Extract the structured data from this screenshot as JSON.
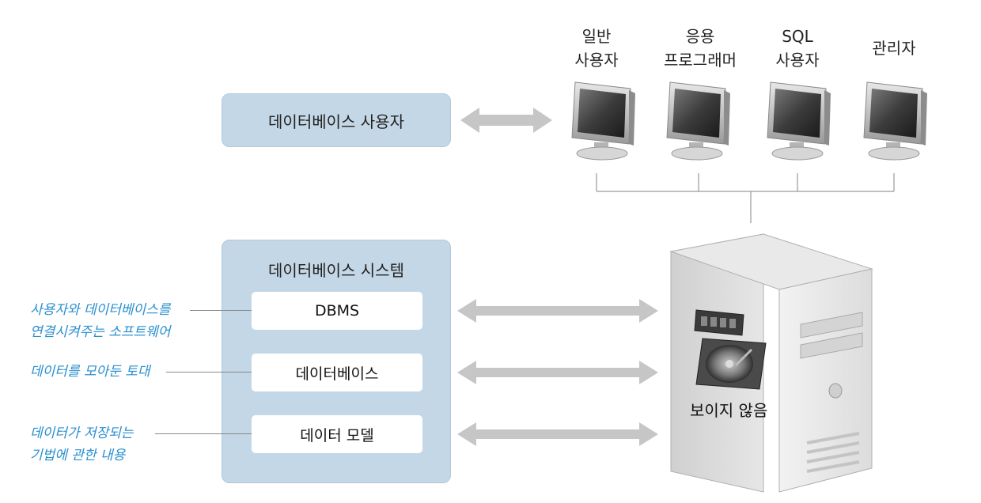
{
  "db_user_box": {
    "label": "데이터베이스 사용자"
  },
  "users": [
    {
      "line1": "일반",
      "line2": "사용자"
    },
    {
      "line1": "응용",
      "line2": "프로그래머"
    },
    {
      "line1": "SQL",
      "line2": "사용자"
    },
    {
      "line1": "관리자",
      "line2": ""
    }
  ],
  "system": {
    "title": "데이터베이스 시스템",
    "components": [
      "DBMS",
      "데이터베이스",
      "데이터 모델"
    ]
  },
  "annotations": [
    {
      "line1": "사용자와 데이터베이스를",
      "line2": "연결시켜주는 소프트웨어"
    },
    {
      "line1": "데이터를 모아둔 토대",
      "line2": ""
    },
    {
      "line1": "데이터가 저장되는",
      "line2": "기법에 관한 내용"
    }
  ],
  "server": {
    "label": "보이지 않음"
  },
  "colors": {
    "box_fill": "#c4d7e6",
    "arrow": "#c6c6c6",
    "annotation_text": "#2a8fd0"
  }
}
